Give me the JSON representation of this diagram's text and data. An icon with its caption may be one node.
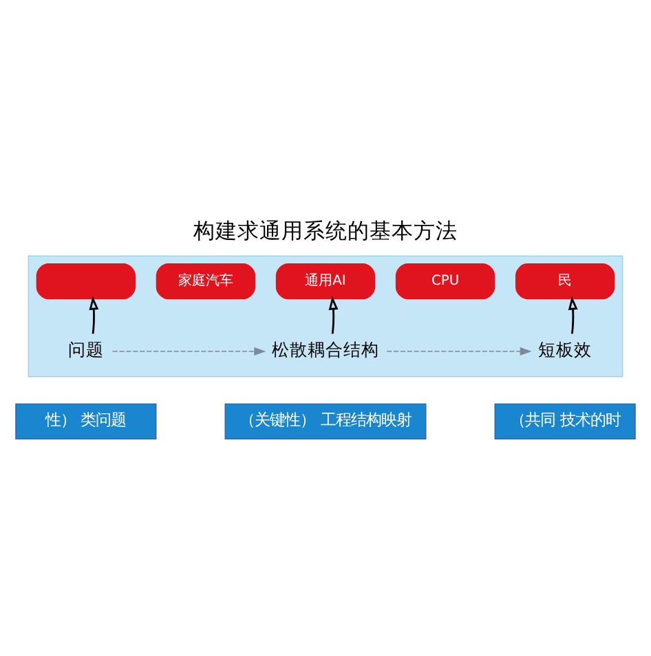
{
  "diagram": {
    "title": "构建求通用系统的基本方法",
    "nodes": [
      {
        "text": [],
        "shape": "box"
      },
      {
        "text": [],
        "shape": "box",
        "in": 0
      },
      {
        "text": [
          "家庭汽车"
        ],
        "in": 0
      },
      {
        "text": [
          "通用AI"
        ],
        "in": 0
      },
      {
        "text": [
          "CPU"
        ],
        "in": 0
      },
      {
        "text": [
          "民"
        ],
        "in": 0
      },
      {
        "text": [
          "问题"
        ],
        "in": 0
      },
      {
        "text": [
          "松散耦合结构"
        ],
        "in": 0
      },
      {
        "text": [
          "短板效"
        ],
        "in": 0
      },
      {
        "text": [
          "性） 类问题"
        ]
      },
      {
        "text": [
          "（关键性） 工程结构映射"
        ]
      },
      {
        "text": [
          "（共同 技术的时"
        ]
      }
    ],
    "edges": [
      {
        "from": 6,
        "to": 1,
        "arrow": "to"
      },
      {
        "from": 7,
        "to": 3,
        "arrow": "to"
      },
      {
        "from": 8,
        "to": 5,
        "arrow": "to"
      },
      {
        "from": 6,
        "to": 7,
        "arrow": "to",
        "style": "dashed",
        "color": "#7a8a99"
      },
      {
        "from": 7,
        "to": 8,
        "arrow": "to",
        "style": "dashed",
        "color": "#7a8a99"
      }
    ]
  }
}
